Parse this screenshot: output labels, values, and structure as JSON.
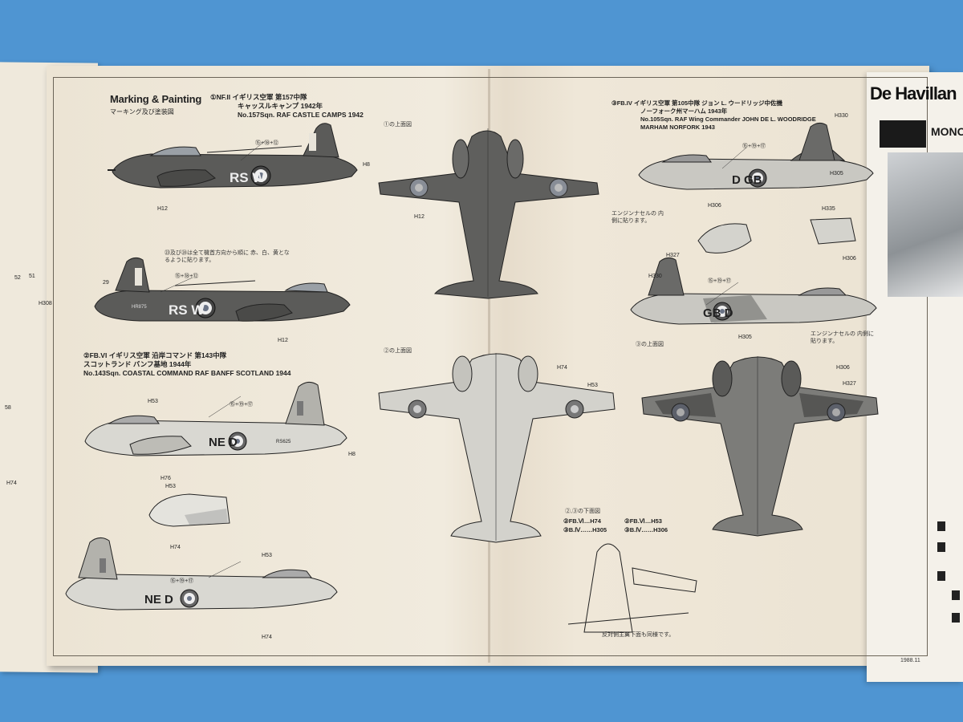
{
  "header": {
    "title": "Marking & Painting",
    "subtitle": "マーキング及び塗装図",
    "brand": "De Havillan",
    "brand2": "MONOGR"
  },
  "captions": {
    "nf2_line1": "①NF.II イギリス空軍 第157中隊",
    "nf2_line2": "キャッスルキャンプ 1942年",
    "nf2_line3": "No.157Sqn. RAF CASTLE CAMPS 1942",
    "fb4_line1": "③FB.IV イギリス空軍 第105中隊 ジョン L. ウードリッジ中佐機",
    "fb4_line2": "ノーフォーク州マーハム 1943年",
    "fb4_line3": "No.105Sqn. RAF Wing Commander JOHN DE L. WOODRIDGE",
    "fb4_line4": "MARHAM NORFORK 1943",
    "fb6_line1": "②FB.VI イギリス空軍 沿岸コマンド 第143中隊",
    "fb6_line2": "スコットランド バンフ基地 1944年",
    "fb6_line3": "No.143Sqn. COASTAL COMMAND RAF BANFF SCOTLAND 1944",
    "note_decal": "㉓及び㉔は全て機首方向から順に 赤、白、黄となるように貼ります。",
    "note_engine": "エンジンナセルの 内側に貼ります。",
    "view_top1": "①の上面図",
    "view_top2": "②の上面図",
    "view_top3": "③の上面図",
    "view_bottom": "②,③の下面図",
    "footer_note": "反対側主翼下面も同様です。",
    "date": "1988.11"
  },
  "codes": {
    "rsw": "RS W",
    "dgb": "D GB",
    "ned": "NE D",
    "gbd": "GB D",
    "serial1": "HR875",
    "serial2": "RS625"
  },
  "legend_bottom": {
    "row1_a": "②FB.Ⅵ…H74",
    "row1_b": "②FB.Ⅵ…H53",
    "row2_a": "③B.Ⅳ……H305",
    "row2_b": "③B.Ⅳ……H306"
  },
  "callouts": {
    "c_151812": "⑮+⑱+⑫",
    "c_151917": "⑮+⑲+⑰",
    "h12": "H12",
    "h8": "H8",
    "h53": "H53",
    "h74": "H74",
    "h76": "H76",
    "h306": "H306",
    "h305": "H305",
    "h327": "H327",
    "h330": "H330",
    "h308": "H308",
    "h335": "H335",
    "n52": "52",
    "n51": "51",
    "n58": "58",
    "n29": "29"
  },
  "colors": {
    "dark_green": "#5a5a58",
    "ocean_grey": "#7d7d7a",
    "medium_sea": "#b4b4b0",
    "sky": "#d6d5cf",
    "roundel_blue": "#8a8f9c",
    "table_blue": "#4f95d2"
  }
}
